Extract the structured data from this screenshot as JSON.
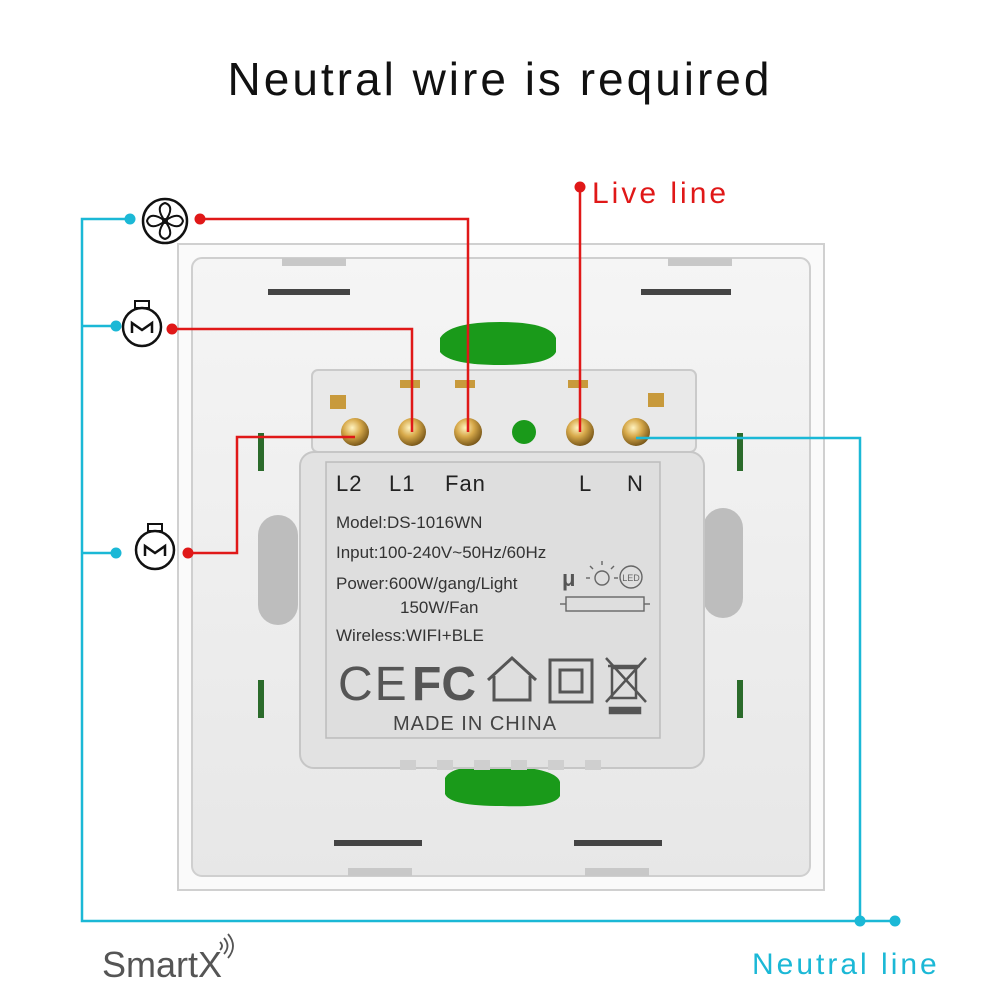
{
  "title": "Neutral wire is required",
  "labels": {
    "live_line": "Live line",
    "neutral_line": "Neutral line"
  },
  "terminals": [
    "L2",
    "L1",
    "Fan",
    "L",
    "N"
  ],
  "specs": {
    "model": "Model:DS-1016WN",
    "input": "Input:100-240V~50Hz/60Hz",
    "power_line1": "Power:600W/gang/Light",
    "power_line2": "150W/Fan",
    "wireless": "Wireless:WIFI+BLE",
    "origin": "MADE IN CHINA",
    "mu_symbol": "μ",
    "led_mark": "LED",
    "ce_mark": "CE",
    "fc_mark": "FC"
  },
  "brand": "SmartX",
  "colors": {
    "live": "#e01818",
    "neutral": "#1bb8d6",
    "terminal_brass": "#c89a3c",
    "green_tab": "#1a9a1a",
    "panel": "#f1f1f1",
    "label_plate": "#dcdcdc"
  },
  "icons": [
    "fan-icon",
    "bulb-icon",
    "bulb-icon",
    "wifi-icon",
    "home-icon",
    "recycle-bin-icon"
  ]
}
